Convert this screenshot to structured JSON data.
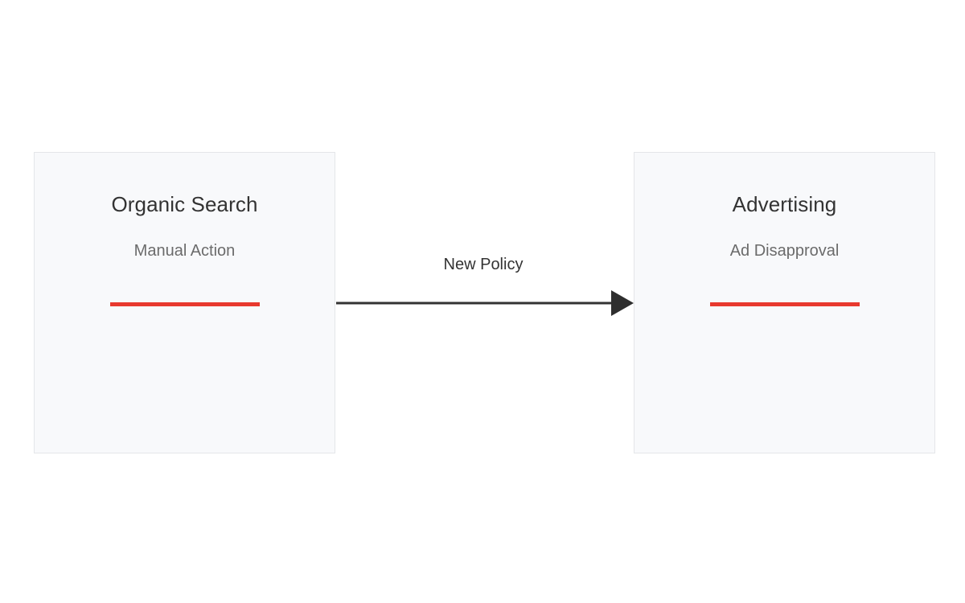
{
  "diagram": {
    "background_color": "#ffffff",
    "nodes": [
      {
        "id": "organic-search",
        "title": "Organic Search",
        "subtitle": "Manual Action",
        "bar_color": "#e8392e",
        "fill_color": "#f8f9fb",
        "border_color": "#e4e6e9"
      },
      {
        "id": "advertising",
        "title": "Advertising",
        "subtitle": "Ad Disapproval",
        "bar_color": "#e8392e",
        "fill_color": "#f8f9fb",
        "border_color": "#e4e6e9"
      }
    ],
    "edges": [
      {
        "id": "new-policy",
        "label": "New Policy",
        "from": "organic-search",
        "to": "advertising",
        "color": "#333333",
        "arrowhead": "solid-triangle"
      }
    ]
  }
}
